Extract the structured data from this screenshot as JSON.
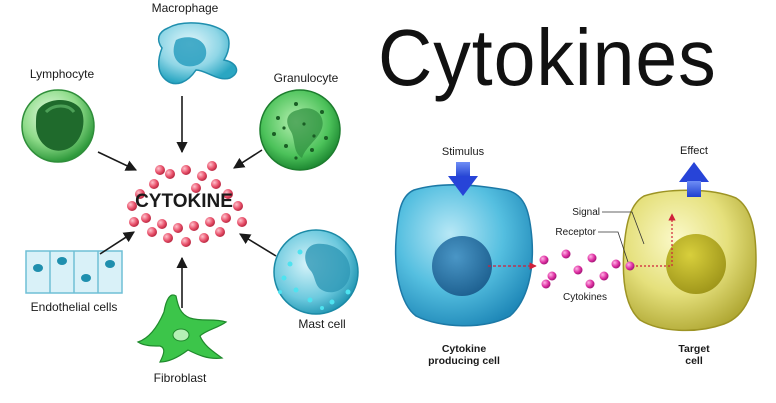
{
  "title": "Cytokines",
  "left": {
    "center_label": "CYTOKINE",
    "cells": {
      "macrophage": "Macrophage",
      "lymphocyte": "Lymphocyte",
      "granulocyte": "Granulocyte",
      "endothelial": "Endothelial cells",
      "fibroblast": "Fibroblast",
      "mast": "Mast cell"
    }
  },
  "right": {
    "stimulus": "Stimulus",
    "effect": "Effect",
    "signal": "Signal",
    "receptor": "Receptor",
    "cytokines": "Cytokines",
    "producing_cell": [
      "Cytokine",
      "producing cell"
    ],
    "target_cell": [
      "Target",
      "cell"
    ]
  },
  "colors": {
    "cytokine_dot": "#e8506a",
    "arrow_blue": "#2f55e0",
    "producer_cell": "#49b8dc",
    "target_cell": "#e6e17a"
  }
}
